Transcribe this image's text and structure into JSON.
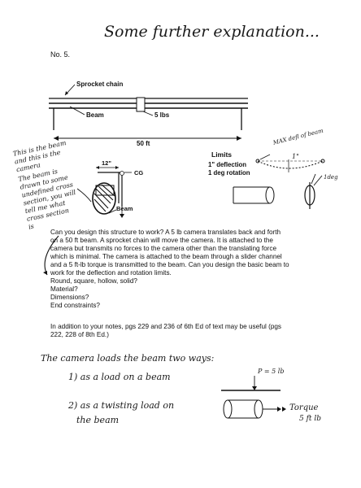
{
  "header": {
    "title": "Some further explanation...",
    "problem_number": "No. 5."
  },
  "diagram": {
    "sprocket_label": "Sprocket chain",
    "beam_label": "Beam",
    "weight_label": "5 lbs",
    "length_label": "50 ft",
    "offset_label": "12\"",
    "cg_label": "CG",
    "beam_section_label": "Beam",
    "limits_title": "Limits",
    "deflection_limit": "1\" deflection",
    "rotation_limit": "1 deg rotation",
    "max_defl_note": "MAX defl of beam",
    "max_defl_value": "1\"",
    "angle_symbol": "φ",
    "ridge_note": "1deg"
  },
  "side_note": {
    "lines": [
      "This is the beam",
      "and this is the",
      "camera",
      "The beam is",
      "drawn to some",
      "undefined cross",
      "section, you will",
      "tell me what",
      "cross section",
      "is"
    ]
  },
  "body": {
    "lines": [
      "Can you design this structure to work? A 5 lb camera translates back and forth",
      "on a 50 ft beam. A sprocket chain will move the camera. It is attached to the",
      "camera but transmits no forces to the camera other than the translating force",
      "which is minimal. The camera is attached to the beam through a slider channel",
      "and a 5 ft-lb torque is transmitted to the beam. Can you design the basic beam to",
      "work for the deflection and rotation limits."
    ],
    "questions": [
      "Round, square, hollow, solid?",
      "Material?",
      "Dimensions?",
      "End constraints?"
    ],
    "notes_line1": "In addition to your notes, pgs 229 and 236 of 6th Ed of text may be useful (pgs",
    "notes_line2": "222, 228 of 8th Ed.)"
  },
  "handwritten_bottom": {
    "heading": "The camera loads the beam two ways:",
    "item1": "1) as a load on a beam",
    "item2a": "2) as a twisting load on",
    "item2b": "the beam",
    "force_label": "P = 5 lb",
    "torque_label": "Torque",
    "torque_value": "5 ft lb"
  }
}
